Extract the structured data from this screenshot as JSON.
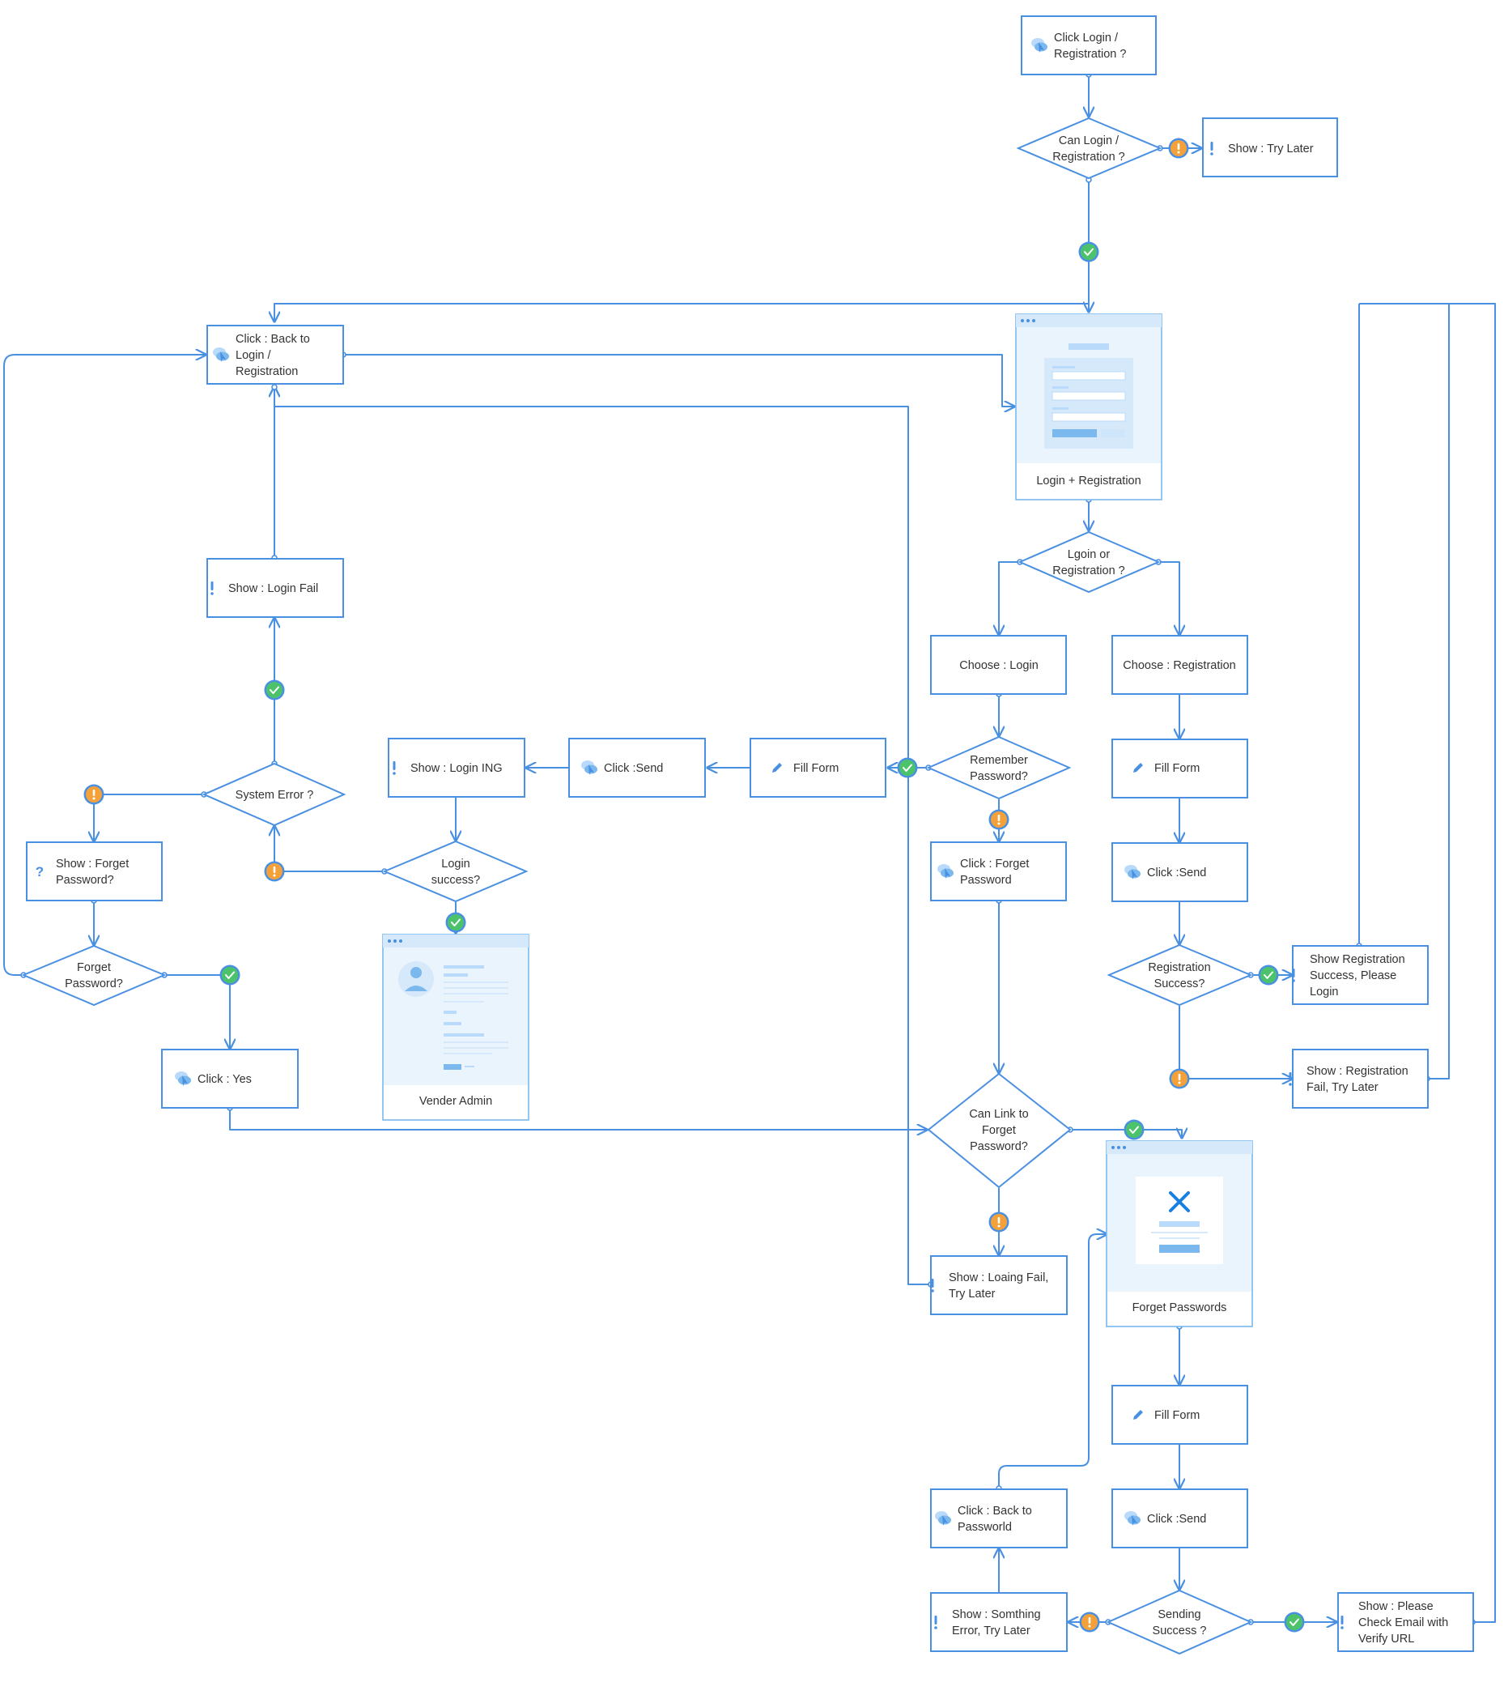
{
  "colors": {
    "stroke": "#4a90e2",
    "text": "#333333",
    "success": "#4cc36b",
    "warning": "#f5a13a",
    "pale": "#eaf4fd",
    "pale2": "#d6e9fa",
    "icon_mid": "#7ab8ee"
  },
  "nodes": {
    "click_login_registration": {
      "icon": "click-icon",
      "lines": [
        "Click Login /",
        "Registration ?"
      ]
    },
    "can_login_registration": {
      "lines": [
        "Can Login /",
        "Registration ?"
      ]
    },
    "show_try_later": {
      "icon": "alert-icon",
      "lines": [
        "Show : Try Later"
      ]
    },
    "click_back_to_login": {
      "icon": "click-icon",
      "lines": [
        "Click : Back to",
        "Login /",
        "Registration"
      ]
    },
    "login_registration_screen": {
      "label": "Login + Registration"
    },
    "login_or_registration": {
      "lines": [
        "Lgoin or",
        "Registration ?"
      ]
    },
    "choose_login": {
      "lines": [
        "Choose : Login"
      ]
    },
    "choose_registration": {
      "lines": [
        "Choose : Registration"
      ]
    },
    "show_login_fail": {
      "icon": "alert-icon",
      "lines": [
        "Show : Login Fail"
      ]
    },
    "remember_password": {
      "lines": [
        "Remember",
        "Password?"
      ]
    },
    "fill_form_login": {
      "icon": "pencil-icon",
      "lines": [
        "Fill Form"
      ]
    },
    "click_send_login": {
      "icon": "click-icon",
      "lines": [
        "Click :Send"
      ]
    },
    "show_login_ing": {
      "icon": "alert-icon",
      "lines": [
        "Show : Login ING"
      ]
    },
    "system_error": {
      "lines": [
        "System Error ?"
      ]
    },
    "show_forget_password": {
      "icon": "question-icon",
      "lines": [
        "Show : Forget",
        "Password?"
      ]
    },
    "login_success": {
      "lines": [
        "Login",
        "success?"
      ]
    },
    "click_forget_password": {
      "icon": "click-icon",
      "lines": [
        "Click : Forget",
        "Password"
      ]
    },
    "fill_form_registration": {
      "icon": "pencil-icon",
      "lines": [
        "Fill Form"
      ]
    },
    "click_send_registration": {
      "icon": "click-icon",
      "lines": [
        "Click :Send"
      ]
    },
    "forget_password_decision": {
      "lines": [
        "Forget",
        "Password?"
      ]
    },
    "vender_admin_screen": {
      "label": "Vender Admin"
    },
    "registration_success": {
      "lines": [
        "Registration",
        "Success?"
      ]
    },
    "show_registration_success": {
      "icon": "alert-icon",
      "lines": [
        "Show Registration",
        "Success, Please",
        "Login"
      ]
    },
    "click_yes": {
      "icon": "click-icon",
      "lines": [
        "Click : Yes"
      ]
    },
    "show_registration_fail": {
      "icon": "alert-icon",
      "lines": [
        "Show : Registration",
        "Fail, Try Later"
      ]
    },
    "can_link_forget_password": {
      "lines": [
        "Can Link to",
        "Forget",
        "Password?"
      ]
    },
    "forget_passwords_screen": {
      "label": "Forget Passwords"
    },
    "show_loading_fail": {
      "icon": "alert-icon",
      "lines": [
        "Show : Loaing Fail,",
        "Try Later"
      ]
    },
    "fill_form_forget": {
      "icon": "pencil-icon",
      "lines": [
        "Fill Form"
      ]
    },
    "click_back_to_password": {
      "icon": "click-icon",
      "lines": [
        "Click : Back to",
        "Passworld"
      ]
    },
    "click_send_forget": {
      "icon": "click-icon",
      "lines": [
        "Click :Send"
      ]
    },
    "show_something_error": {
      "icon": "alert-icon",
      "lines": [
        "Show : Somthing",
        "Error, Try Later"
      ]
    },
    "sending_success": {
      "lines": [
        "Sending",
        "Success ?"
      ]
    },
    "show_check_email": {
      "icon": "alert-icon",
      "lines": [
        "Show : Please",
        "Check Email with",
        "Verify URL"
      ]
    }
  }
}
